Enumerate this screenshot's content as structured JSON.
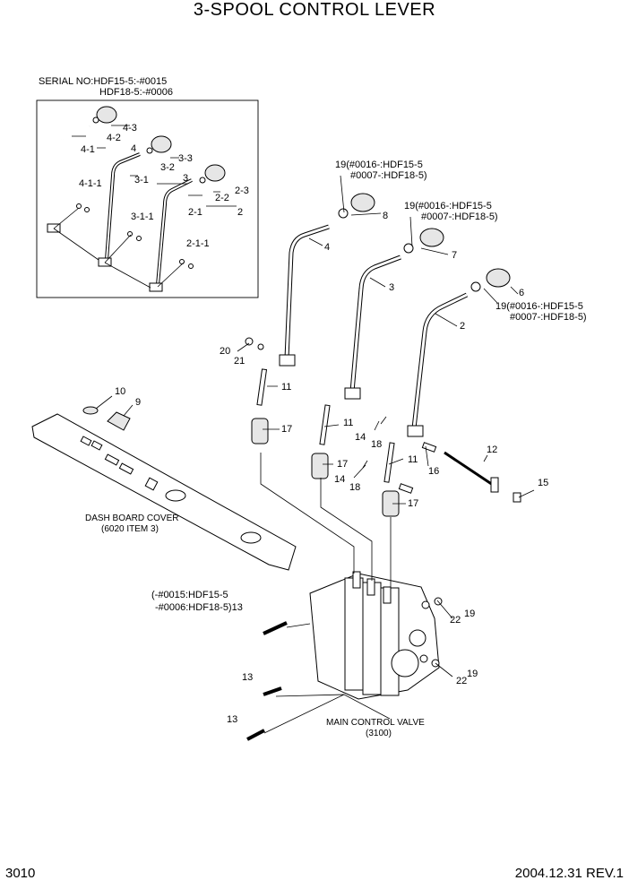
{
  "title": "3-SPOOL CONTROL LEVER",
  "page_number": "3010",
  "revision": "2004.12.31  REV.1",
  "inset": {
    "serial_line1": "SERIAL NO:HDF15-5:-#0015",
    "serial_line2": "HDF18-5:-#0006"
  },
  "callouts": {
    "c4_3": "4-3",
    "c4_2": "4-2",
    "c4": "4",
    "c4_1": "4-1",
    "c3_3": "3-3",
    "c3_2": "3-2",
    "c3": "3",
    "c3_1": "3-1",
    "c2_3": "2-3",
    "c2_2": "2-2",
    "c2": "2",
    "c2_1": "2-1",
    "c4_1_1": "4-1-1",
    "c3_1_1": "3-1-1",
    "c2_1_1": "2-1-1",
    "m19a1": "19(#0016-:HDF15-5",
    "m19a2": "#0007-:HDF18-5)",
    "m19b1": "19(#0016-:HDF15-5",
    "m19b2": "#0007-:HDF18-5)",
    "m19c1": "19(#0016-:HDF15-5",
    "m19c2": "#0007-:HDF18-5)",
    "m8": "8",
    "m7": "7",
    "m6": "6",
    "m4": "4",
    "m3": "3",
    "m2": "2",
    "m20": "20",
    "m21": "21",
    "m11a": "11",
    "m11b": "11",
    "m11c": "11",
    "m17a": "17",
    "m17b": "17",
    "m17c": "17",
    "m14a": "14",
    "m18a": "18",
    "m14b": "14",
    "m18b": "18",
    "m16": "16",
    "m12": "12",
    "m15": "15",
    "m10": "10",
    "m9": "9",
    "dash1": "DASH BOARD COVER",
    "dash2": "(6020 ITEM 3)",
    "m13a1": "(-#0015:HDF15-5",
    "m13a2": "-#0006:HDF18-5)13",
    "m13b": "13",
    "m13c": "13",
    "m22a": "22",
    "m19d": "19",
    "m22b": "22",
    "m19e": "19",
    "mcv1": "MAIN CONTROL VALVE",
    "mcv2": "(3100)"
  }
}
